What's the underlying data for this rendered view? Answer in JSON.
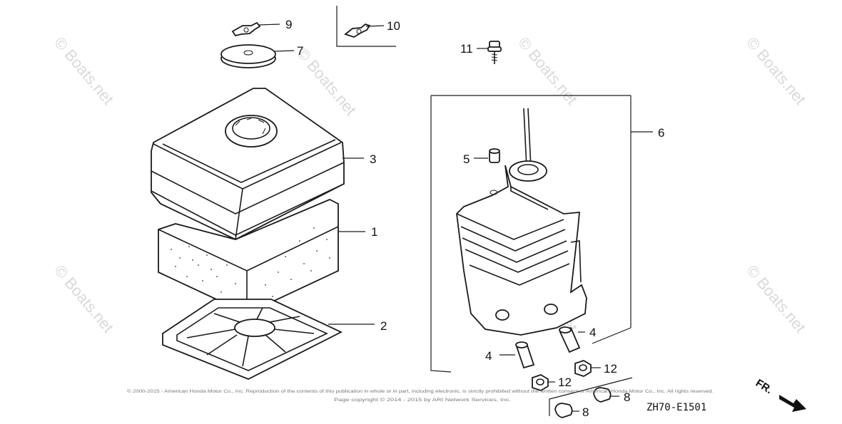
{
  "diagram": {
    "callouts": {
      "c1": "1",
      "c2": "2",
      "c3": "3",
      "c4a": "4",
      "c4b": "4",
      "c5": "5",
      "c6": "6",
      "c7": "7",
      "c8a": "8",
      "c8b": "8",
      "c9": "9",
      "c10": "10",
      "c11": "11",
      "c12a": "12",
      "c12b": "12"
    },
    "diagram_code": "ZH70-E1501",
    "front_indicator": "FR.",
    "watermark": "© Boats.net",
    "copyright_line_1": "© 2000-2015 - American Honda Motor Co., Inc. Reproduction of the contents of this publication in whole or in part, including electronic, is strictly prohibited without the written consent of American Honda Motor Co., Inc. All rights reserved.",
    "copyright_line_2": "Page copyright © 2014 - 2015 by ARI Network Services, Inc."
  }
}
